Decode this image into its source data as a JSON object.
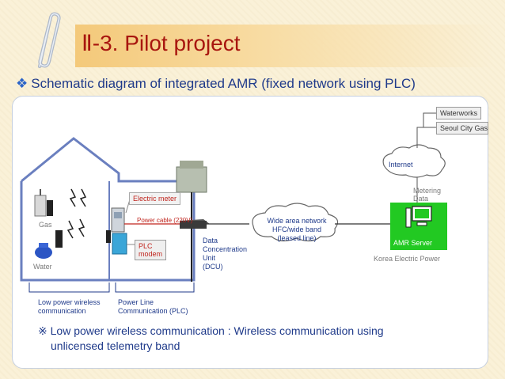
{
  "header": {
    "title": "Ⅱ-3. Pilot project",
    "subtitle": "Schematic diagram of integrated AMR (fixed network using PLC)"
  },
  "diagram": {
    "waterworks": "Waterworks",
    "seoul_city_gas": "Seoul City Gas",
    "internet": "Internet",
    "metering_line1": "Metering",
    "metering_line2": "Data",
    "electric_meter": "Electric meter",
    "power_cable": "Power cable (220V)",
    "gas": "Gas",
    "water": "Water",
    "plc_line1": "PLC",
    "plc_line2": "modem",
    "dcu_line1": "Data",
    "dcu_line2": "Concentration",
    "dcu_line3": "Unit",
    "dcu_line4": "(DCU)",
    "wan_line1": "Wide area network",
    "wan_line2": "HFC/wide band",
    "wan_line3": "(leased line)",
    "amr_server": "AMR Server",
    "kepco": "Korea Electric Power",
    "lpw_line1": "Low power wireless",
    "lpw_line2": "communication",
    "plc_comm_line1": "Power Line",
    "plc_comm_line2": "Communication (PLC)"
  },
  "note": {
    "line1": "※ Low power wireless communication : Wireless communication using",
    "line2": "unlicensed telemetry band"
  },
  "colors": {
    "title": "#a8160f",
    "subtitle": "#1f3a8a",
    "amr_server_bg": "#22c922",
    "power_cable": "#c0241d"
  }
}
